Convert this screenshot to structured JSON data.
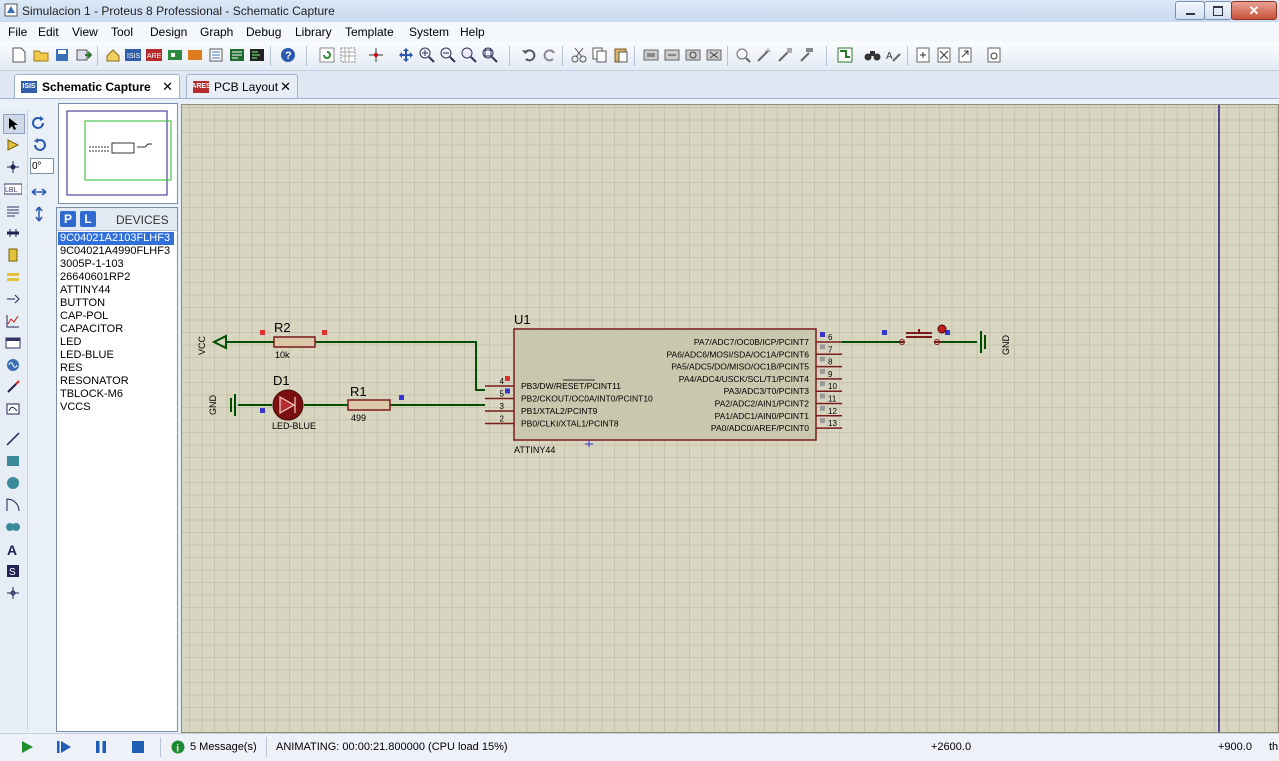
{
  "window": {
    "title": "Simulacion 1 - Proteus 8 Professional - Schematic Capture"
  },
  "menu": [
    "File",
    "Edit",
    "View",
    "Tool",
    "Design",
    "Graph",
    "Debug",
    "Library",
    "Template",
    "System",
    "Help"
  ],
  "tabs": [
    {
      "label": "Schematic Capture",
      "icon_text": "ISIS"
    },
    {
      "label": "PCB Layout",
      "icon_text": "ARES"
    }
  ],
  "left_tools": {
    "rotation_value": "0°"
  },
  "devices": {
    "p_label": "P",
    "l_label": "L",
    "header": "DEVICES",
    "items": [
      "9C04021A2103FLHF3",
      "9C04021A4990FLHF3",
      "3005P-1-103",
      "26640601RP2",
      "ATTINY44",
      "BUTTON",
      "CAP-POL",
      "CAPACITOR",
      "LED",
      "LED-BLUE",
      "RES",
      "RESONATOR",
      "TBLOCK-M6",
      "VCCS"
    ],
    "selected_index": 0
  },
  "schematic": {
    "u1_ref": "U1",
    "u1_part": "ATTINY44",
    "left_pins": [
      {
        "num": "4",
        "label": "PB3/DW/RESET/PCINT11"
      },
      {
        "num": "5",
        "label": "PB2/CKOUT/OC0A/INT0/PCINT10"
      },
      {
        "num": "3",
        "label": "PB1/XTAL2/PCINT9"
      },
      {
        "num": "2",
        "label": "PB0/CLKI/XTAL1/PCINT8"
      }
    ],
    "right_pins": [
      {
        "num": "6",
        "label": "PA7/ADC7/OC0B/ICP/PCINT7"
      },
      {
        "num": "7",
        "label": "PA6/ADC6/MOSI/SDA/OC1A/PCINT6"
      },
      {
        "num": "8",
        "label": "PA5/ADC5/DO/MISO/OC1B/PCINT5"
      },
      {
        "num": "9",
        "label": "PA4/ADC4/USCK/SCL/T1/PCINT4"
      },
      {
        "num": "10",
        "label": "PA3/ADC3/T0/PCINT3"
      },
      {
        "num": "11",
        "label": "PA2/ADC2/AIN1/PCINT2"
      },
      {
        "num": "12",
        "label": "PA1/ADC1/AIN0/PCINT1"
      },
      {
        "num": "13",
        "label": "PA0/ADC0/AREF/PCINT0"
      }
    ],
    "r2_ref": "R2",
    "r2_value": "10k",
    "r1_ref": "R1",
    "r1_value": "499",
    "d1_ref": "D1",
    "d1_part": "LED-BLUE",
    "vcc_label": "VCC",
    "gnd_left_label": "GND",
    "gnd_right_label": "GND"
  },
  "status": {
    "messages": "5 Message(s)",
    "animating": "ANIMATING: 00:00:21.800000 (CPU load 15%)",
    "coord_x": "+2600.0",
    "coord_y": "+900.0",
    "units": "th"
  }
}
